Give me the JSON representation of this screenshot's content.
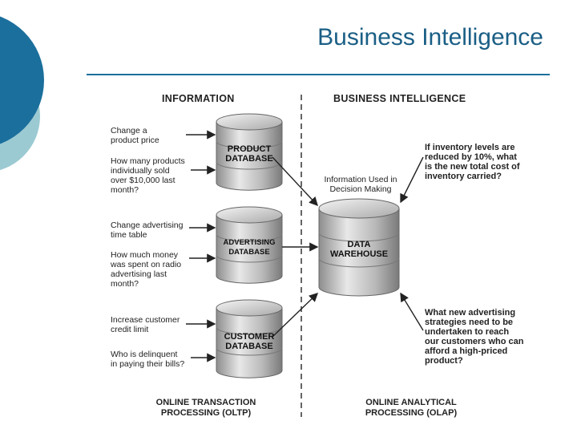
{
  "slide": {
    "title": "Business Intelligence"
  },
  "colors": {
    "accent": "#1b6f9c",
    "accent_light": "#9ccad3",
    "title": "#1b5f86"
  },
  "diagram": {
    "left_heading": "INFORMATION",
    "right_heading": "BUSINESS INTELLIGENCE",
    "left_items": [
      "Change a\nproduct price",
      "How many products\nindividually sold\nover $10,000 last\nmonth?",
      "Change advertising\ntime table",
      "How much money\nwas spent on radio\nadvertising last\nmonth?",
      "Increase customer\ncredit limit",
      "Who is delinquent\nin paying their bills?"
    ],
    "databases": [
      "PRODUCT\nDATABASE",
      "ADVERTISING\nDATABASE",
      "CUSTOMER\nDATABASE"
    ],
    "warehouse": "DATA\nWAREHOUSE",
    "info_used": "Information Used in\nDecision Making",
    "right_questions": [
      "If inventory levels are\nreduced by 10%, what\nis the new total cost of\ninventory carried?",
      "What new advertising\nstrategies need to be\nundertaken to reach\nour customers who can\nafford a high-priced\nproduct?"
    ],
    "footer_left": "ONLINE TRANSACTION\nPROCESSING (OLTP)",
    "footer_right": "ONLINE ANALYTICAL\nPROCESSING (OLAP)"
  }
}
